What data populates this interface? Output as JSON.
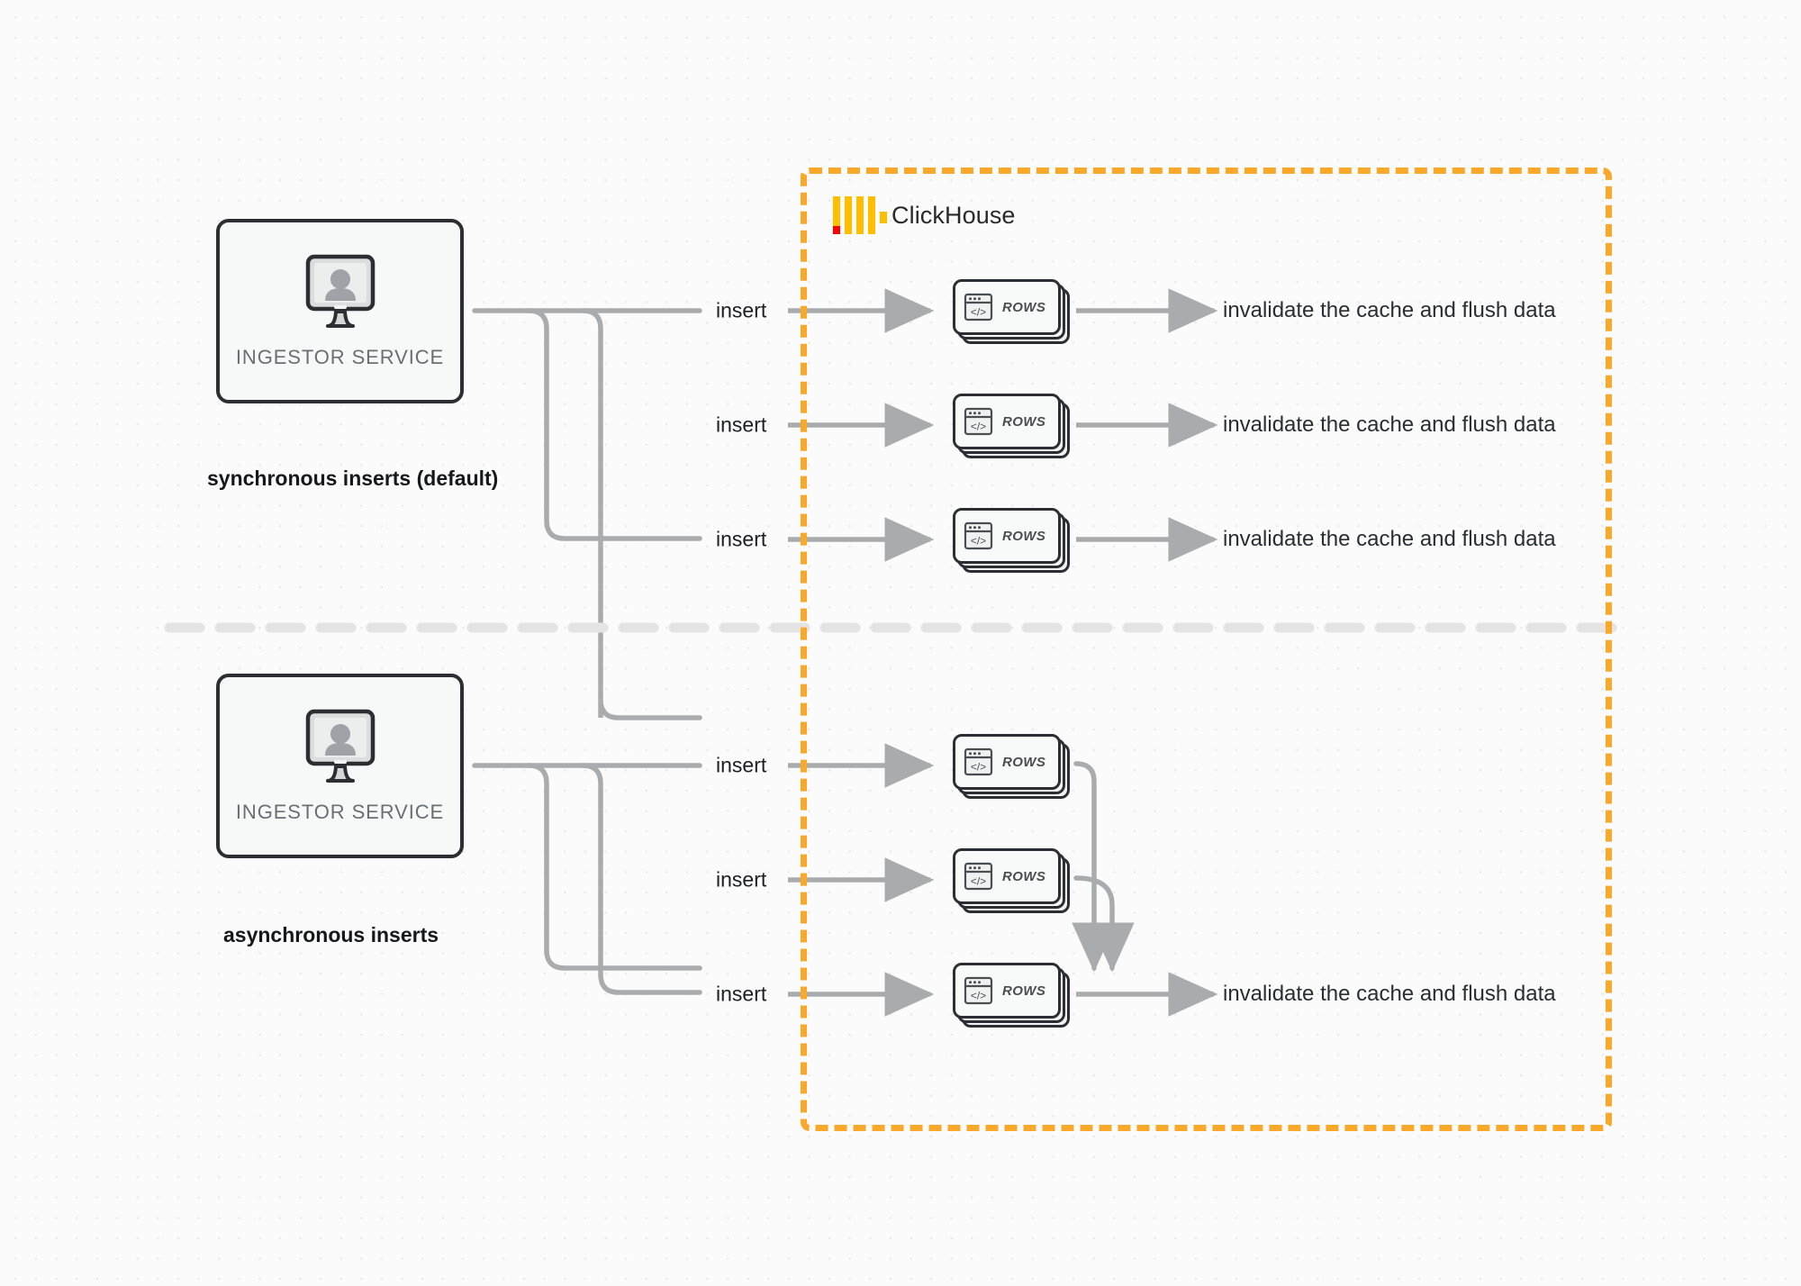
{
  "diagram": {
    "title": "ClickHouse synchronous vs asynchronous inserts",
    "colors": {
      "clickhouse_orange": "#faa829",
      "logo_yellow": "#ffbe00",
      "logo_red": "#ff0000",
      "wire_gray": "#a9acae",
      "box_border": "#2b2e33",
      "divider_gray": "#e4e4e4"
    }
  },
  "clickhouse": {
    "name": "ClickHouse",
    "logo_icon": "clickhouse-logo-icon"
  },
  "sections": [
    {
      "id": "synchronous",
      "mode_label": "synchronous inserts (default)",
      "ingestor": {
        "caption": "INGESTOR SERVICE",
        "icon": "monitor-user-icon"
      },
      "branches": [
        {
          "insert_label": "insert",
          "rows_label": "ROWS",
          "rows_icon": "code-window-icon",
          "result_label": "invalidate the cache and flush data"
        },
        {
          "insert_label": "insert",
          "rows_label": "ROWS",
          "rows_icon": "code-window-icon",
          "result_label": "invalidate the cache and flush data"
        },
        {
          "insert_label": "insert",
          "rows_label": "ROWS",
          "rows_icon": "code-window-icon",
          "result_label": "invalidate the cache and flush data"
        }
      ]
    },
    {
      "id": "asynchronous",
      "mode_label": "asynchronous inserts",
      "ingestor": {
        "caption": "INGESTOR SERVICE",
        "icon": "monitor-user-icon"
      },
      "branches": [
        {
          "insert_label": "insert",
          "rows_label": "ROWS",
          "rows_icon": "code-window-icon"
        },
        {
          "insert_label": "insert",
          "rows_label": "ROWS",
          "rows_icon": "code-window-icon"
        },
        {
          "insert_label": "insert",
          "rows_label": "ROWS",
          "rows_icon": "code-window-icon"
        }
      ],
      "merged_result_label": "invalidate the cache and flush data"
    }
  ]
}
